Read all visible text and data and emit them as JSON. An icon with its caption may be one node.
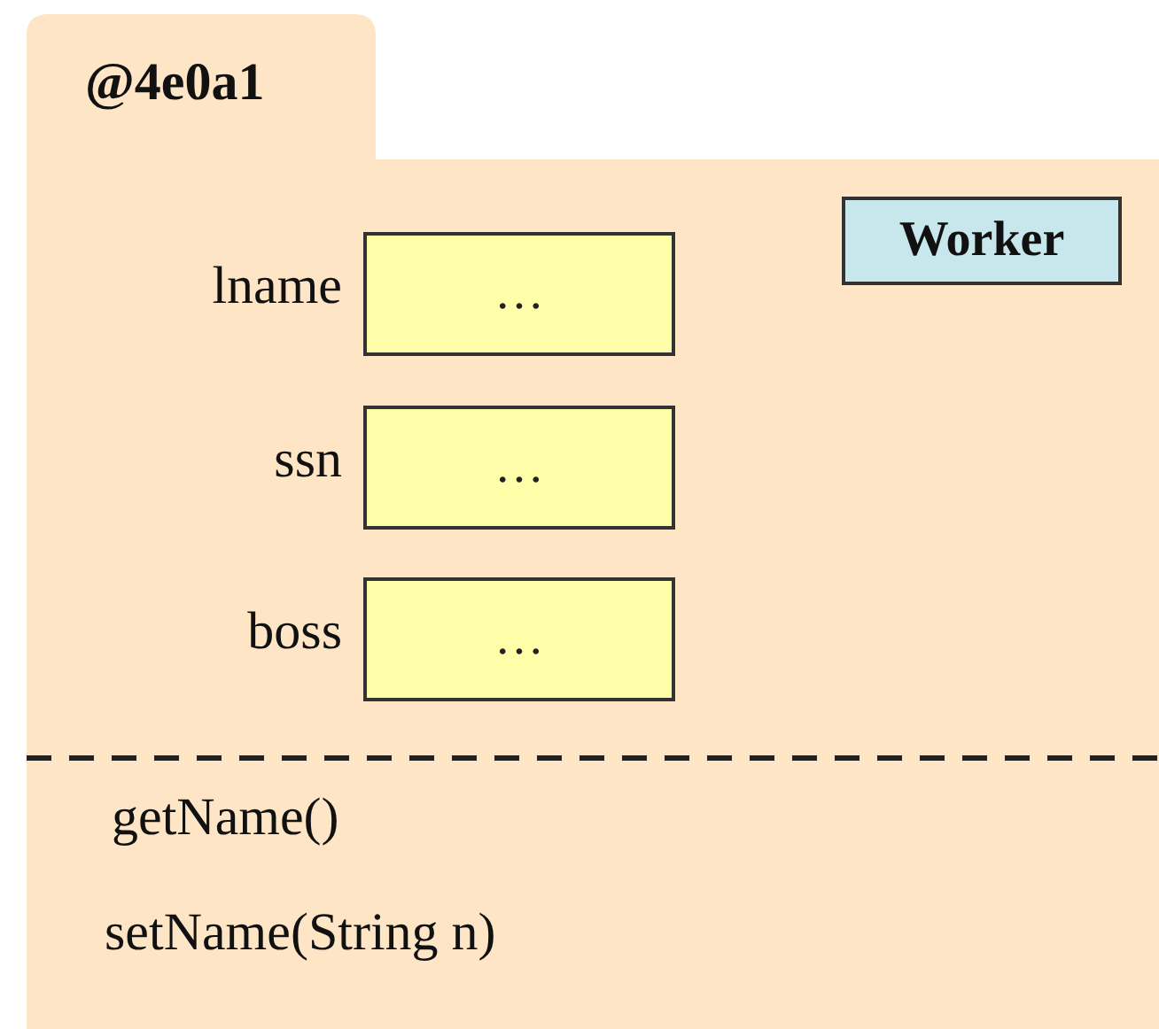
{
  "diagram": {
    "nodes": [
      {
        "text": [
          "@4e0a1"
        ]
      },
      {
        "text": [
          "Worker"
        ],
        "in": 0
      },
      {
        "text": [
          "…"
        ],
        "beside": [
          "lname"
        ],
        "in": 0
      },
      {
        "text": [
          "…"
        ],
        "beside": [
          "ssn"
        ],
        "in": 0
      },
      {
        "text": [
          "…"
        ],
        "beside": [
          "boss"
        ],
        "in": 0
      }
    ],
    "edges": [],
    "labels": [
      "getName()",
      "setName(String n)"
    ]
  }
}
